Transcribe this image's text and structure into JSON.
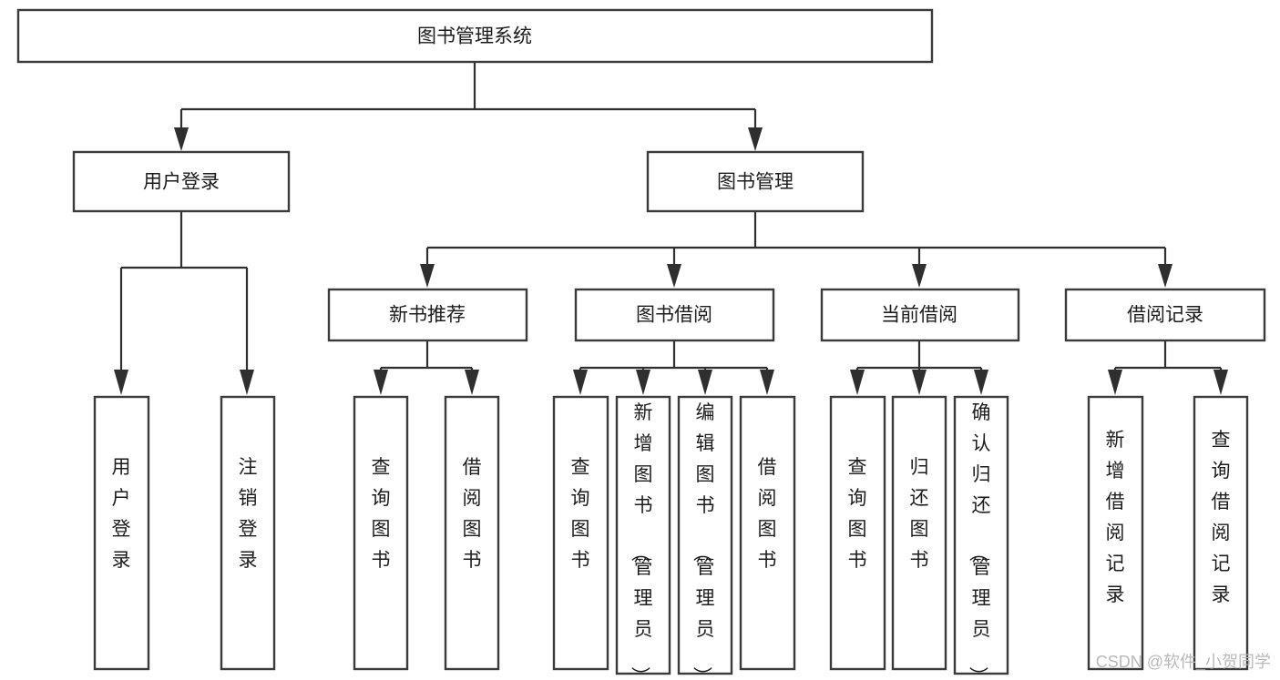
{
  "diagram": {
    "title": "图书管理系统",
    "type": "tree-hierarchy",
    "root": {
      "id": "root",
      "label": "图书管理系统"
    },
    "level2": [
      {
        "id": "user-login",
        "label": "用户登录"
      },
      {
        "id": "book-manage",
        "label": "图书管理"
      }
    ],
    "level3": [
      {
        "id": "new-book-rec",
        "label": "新书推荐",
        "parent": "book-manage"
      },
      {
        "id": "book-borrow",
        "label": "图书借阅",
        "parent": "book-manage"
      },
      {
        "id": "current-borrow",
        "label": "当前借阅",
        "parent": "book-manage"
      },
      {
        "id": "borrow-record",
        "label": "借阅记录",
        "parent": "book-manage"
      }
    ],
    "leaves": [
      {
        "id": "leaf-user-login",
        "label": "用户登录",
        "parent": "user-login"
      },
      {
        "id": "leaf-logout",
        "label": "注销登录",
        "parent": "user-login"
      },
      {
        "id": "leaf-query-book-1",
        "label": "查询图书",
        "parent": "new-book-rec"
      },
      {
        "id": "leaf-borrow-book-1",
        "label": "借阅图书",
        "parent": "new-book-rec"
      },
      {
        "id": "leaf-query-book-2",
        "label": "查询图书",
        "parent": "book-borrow"
      },
      {
        "id": "leaf-add-book",
        "label": "新增图书（管理员）",
        "parent": "book-borrow"
      },
      {
        "id": "leaf-edit-book",
        "label": "编辑图书（管理员）",
        "parent": "book-borrow"
      },
      {
        "id": "leaf-borrow-book-2",
        "label": "借阅图书",
        "parent": "book-borrow"
      },
      {
        "id": "leaf-query-book-3",
        "label": "查询图书",
        "parent": "current-borrow"
      },
      {
        "id": "leaf-return-book",
        "label": "归还图书",
        "parent": "current-borrow"
      },
      {
        "id": "leaf-confirm-return",
        "label": "确认归还（管理员）",
        "parent": "current-borrow"
      },
      {
        "id": "leaf-add-record",
        "label": "新增借阅记录",
        "parent": "borrow-record"
      },
      {
        "id": "leaf-query-record",
        "label": "查询借阅记录",
        "parent": "borrow-record"
      }
    ]
  },
  "watermark": {
    "text": "CSDN @软件_小贺同学"
  },
  "colors": {
    "box_stroke": "#3a3a3a",
    "connector": "#2f2f2f",
    "text": "#1c1c1c",
    "background": "#ffffff",
    "watermark": "#b9b9b9"
  }
}
